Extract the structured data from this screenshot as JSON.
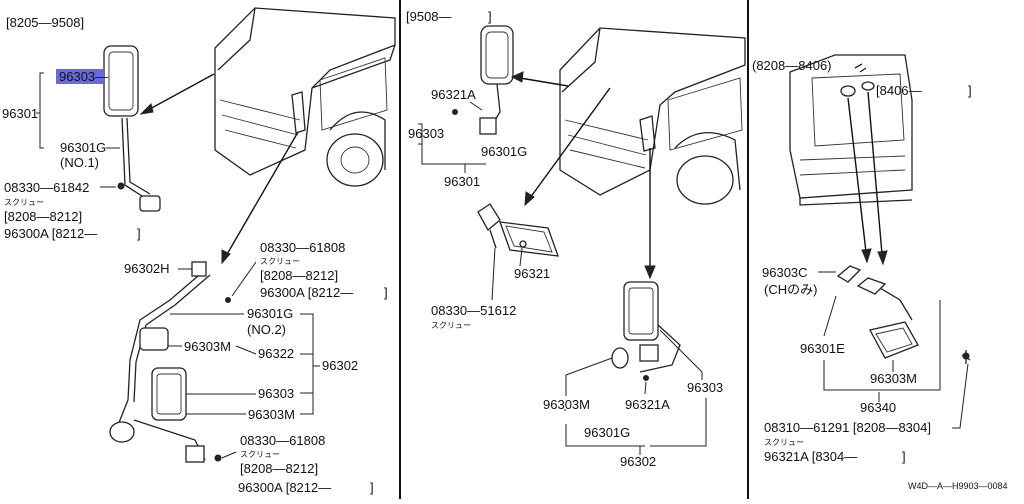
{
  "diagram": {
    "footer_code": "W4D—A—H9903—0084",
    "panel_left": {
      "date_range_top": "[8205—9508]",
      "mirror_label_highlighted": "96303—",
      "assembly": "96301",
      "stay": "96301G",
      "stay_note": "(NO.1)",
      "screw_part": "08330—61842",
      "screw_kana": "スクリュー",
      "screw_range": "[8208—8212]",
      "alt_part": "96300A [8212—",
      "alt_close": "]",
      "bracket": "96302H",
      "screw2_part": "08330—61808",
      "screw2_kana": "スクリュー",
      "screw2_range": "[8208—8212]",
      "alt2_part": "96300A [8212—",
      "alt2_close": "]",
      "stay2": "96301G",
      "stay2_note": "(NO.2)",
      "mirror_m": "96303M",
      "arm": "96322",
      "group": "96302",
      "mirror_main": "96303",
      "mirror_m2": "96303M",
      "screw3_part": "08330—61808",
      "screw3_kana": "スクリュー",
      "screw3_range": "[8208—8212]",
      "alt3_part": "96300A [8212—",
      "alt3_close": "]"
    },
    "panel_mid": {
      "date_range_top": "[9508—",
      "date_close": "]",
      "pin": "96321A",
      "mirror": "96303",
      "stay": "96301G",
      "assembly": "96301",
      "under_mirror": "96321",
      "screw_part": "08330—51612",
      "screw_kana": "スクリュー",
      "mirror_m": "96303M",
      "pin2": "96321A",
      "mirror2": "96303",
      "stay2": "96301G",
      "group": "96302"
    },
    "panel_right": {
      "range_a": "(8208—8406)",
      "range_b": "[8406—",
      "range_b_close": "]",
      "cover": "96303C",
      "cover_note": "(CHのみ)",
      "stay": "96301E",
      "mirror_m": "96303M",
      "assembly": "96340",
      "screw_part": "08310—61291 [8208—8304]",
      "screw_kana": "スクリュー",
      "pin_part": "96321A [8304—",
      "pin_close": "]"
    }
  }
}
